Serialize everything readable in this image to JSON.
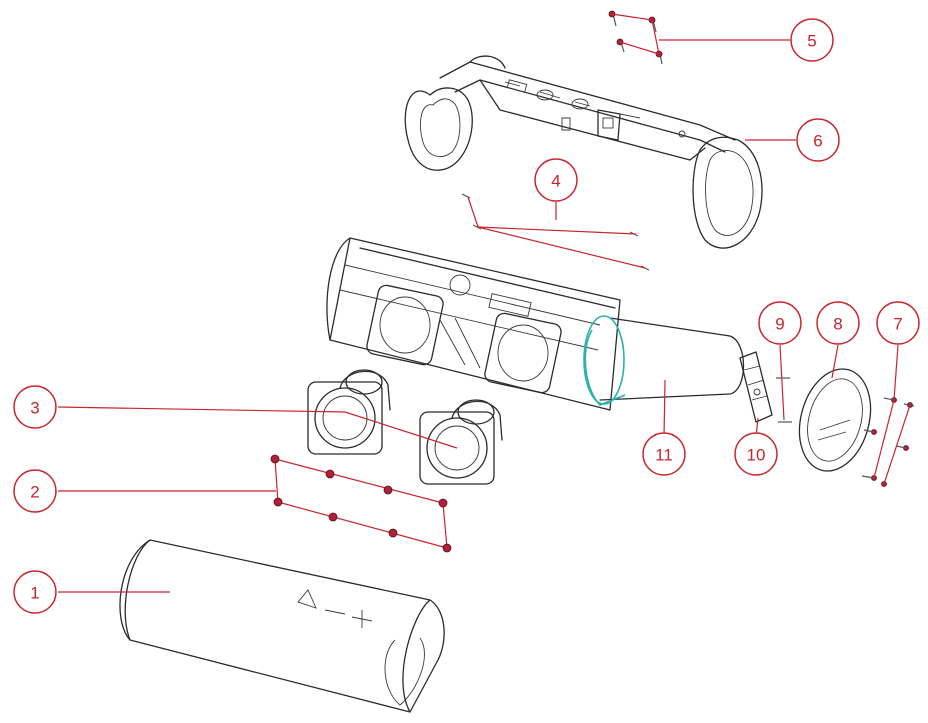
{
  "callouts": [
    {
      "id": "1",
      "label": "1"
    },
    {
      "id": "2",
      "label": "2"
    },
    {
      "id": "3",
      "label": "3"
    },
    {
      "id": "4",
      "label": "4"
    },
    {
      "id": "5",
      "label": "5"
    },
    {
      "id": "6",
      "label": "6"
    },
    {
      "id": "7",
      "label": "7"
    },
    {
      "id": "8",
      "label": "8"
    },
    {
      "id": "9",
      "label": "9"
    },
    {
      "id": "10",
      "label": "10"
    },
    {
      "id": "11",
      "label": "11"
    }
  ],
  "colors": {
    "callout": "#c8262d",
    "screw_head": "#b0203a",
    "accent": "#2bb3a6",
    "line": "#2b2b2b"
  }
}
